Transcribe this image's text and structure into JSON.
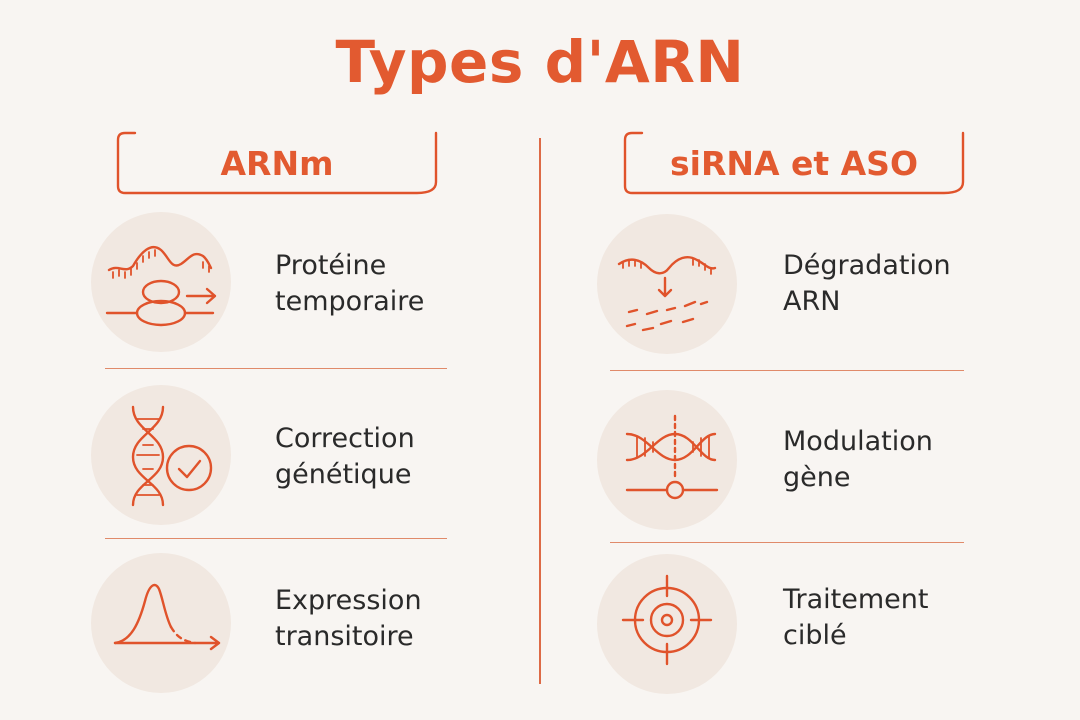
{
  "title": "Types d'ARN",
  "columns": [
    {
      "header": "ARNm",
      "items": [
        {
          "icon": "mrna-ribosome-icon",
          "line1": "Protéine",
          "line2": "temporaire"
        },
        {
          "icon": "dna-check-icon",
          "line1": "Correction",
          "line2": "génétique"
        },
        {
          "icon": "expression-curve-icon",
          "line1": "Expression",
          "line2": "transitoire"
        }
      ]
    },
    {
      "header": "siRNA et ASO",
      "items": [
        {
          "icon": "rna-degradation-icon",
          "line1": "Dégradation",
          "line2": "ARN"
        },
        {
          "icon": "dna-modulation-icon",
          "line1": "Modulation",
          "line2": "gène"
        },
        {
          "icon": "target-icon",
          "line1": "Traitement",
          "line2": "ciblé"
        }
      ]
    }
  ],
  "colors": {
    "accent": "#e25a30",
    "background": "#f8f5f2",
    "icon_bg": "#f1e8e1",
    "text": "#2a2a2a"
  }
}
